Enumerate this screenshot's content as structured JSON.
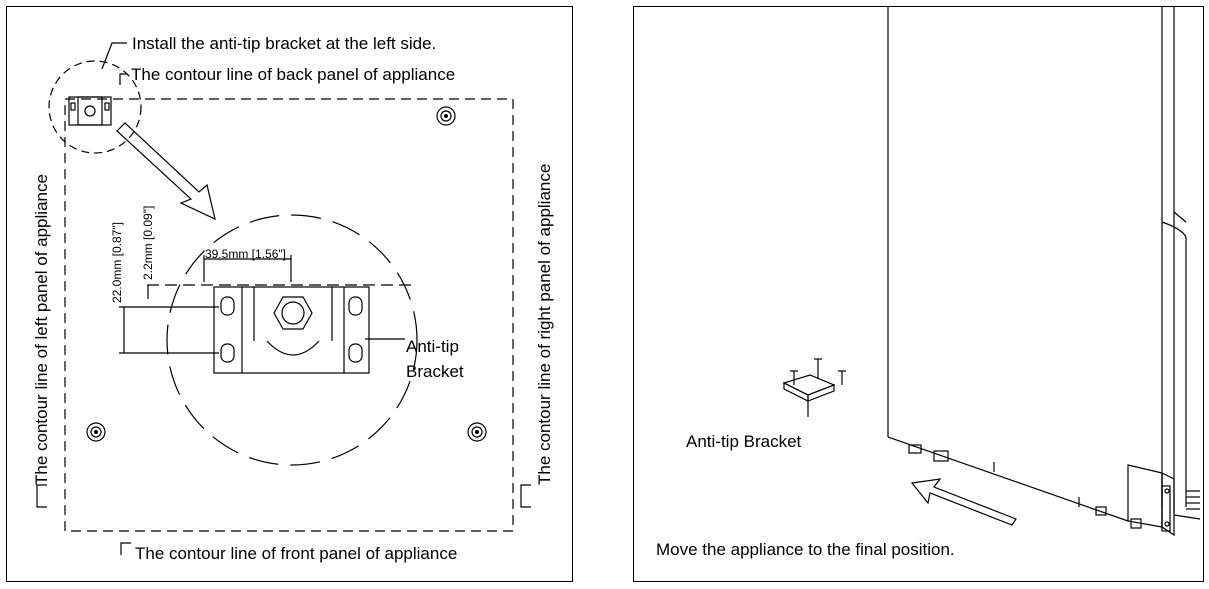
{
  "left_panel": {
    "install_note": "Install the anti-tip bracket at the left side.",
    "back_panel_label": "The contour line of back panel of appliance",
    "left_panel_label": "The contour line of left panel of appliance",
    "right_panel_label": "The contour line of right panel of appliance",
    "front_panel_label": "The contour line of front panel of appliance",
    "dim_width": "39.5mm [1.56\"]",
    "dim_height": "22.0mm [0.87\"]",
    "dim_offset": "2.2mm [0.09\"]",
    "bracket_label_line1": "Anti-tip",
    "bracket_label_line2": "Bracket"
  },
  "right_panel": {
    "bracket_label": "Anti-tip Bracket",
    "move_note": "Move the appliance to the final position."
  }
}
